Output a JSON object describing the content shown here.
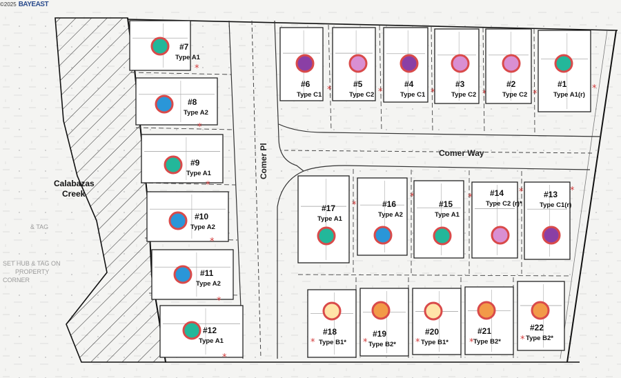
{
  "header": {
    "copyright": "©2025",
    "brand": "BAYEAST"
  },
  "streets": {
    "comer_way": "Comer Way",
    "comer_pl": "Comer Pl"
  },
  "creek": {
    "line1": "Calabazas",
    "line2": "Creek"
  },
  "margin_notes": {
    "tag": "& TAG",
    "set_hub_1": "SET HUB & TAG ON",
    "set_hub_2": "PROPERTY",
    "set_hub_3": "CORNER"
  },
  "colors": {
    "A1": "#23b79a",
    "A2": "#2a96d8",
    "C1": "#8a3fa5",
    "C2": "#d98fd2",
    "B1": "#ffe3a8",
    "B2": "#f29a48",
    "ring": "#d94a4a",
    "star": "#d23a3a"
  },
  "lots": [
    {
      "id": "lot-7",
      "number": "#7",
      "type": "Type A1",
      "color_key": "A1"
    },
    {
      "id": "lot-8",
      "number": "#8",
      "type": "Type A2",
      "color_key": "A2"
    },
    {
      "id": "lot-9",
      "number": "#9",
      "type": "Type A1",
      "color_key": "A1"
    },
    {
      "id": "lot-10",
      "number": "#10",
      "type": "Type A2",
      "color_key": "A2"
    },
    {
      "id": "lot-11",
      "number": "#11",
      "type": "Type A2",
      "color_key": "A2"
    },
    {
      "id": "lot-12",
      "number": "#12",
      "type": "Type A1",
      "color_key": "A1"
    },
    {
      "id": "lot-6",
      "number": "#6",
      "type": "Type C1",
      "color_key": "C1"
    },
    {
      "id": "lot-5",
      "number": "#5",
      "type": "Type C2",
      "color_key": "C2"
    },
    {
      "id": "lot-4",
      "number": "#4",
      "type": "Type C1",
      "color_key": "C1"
    },
    {
      "id": "lot-3",
      "number": "#3",
      "type": "Type C2",
      "color_key": "C2"
    },
    {
      "id": "lot-2",
      "number": "#2",
      "type": "Type C2",
      "color_key": "C2"
    },
    {
      "id": "lot-1",
      "number": "#1",
      "type": "Type A1(r)",
      "color_key": "A1"
    },
    {
      "id": "lot-17",
      "number": "#17",
      "type": "Type A1",
      "color_key": "A1"
    },
    {
      "id": "lot-16",
      "number": "#16",
      "type": "Type A2",
      "color_key": "A2"
    },
    {
      "id": "lot-15",
      "number": "#15",
      "type": "Type A1",
      "color_key": "A1"
    },
    {
      "id": "lot-14",
      "number": "#14",
      "type": "Type C2 (r)*",
      "color_key": "C2"
    },
    {
      "id": "lot-13",
      "number": "#13",
      "type": "Type C1(r)",
      "color_key": "C1"
    },
    {
      "id": "lot-18",
      "number": "#18",
      "type": "Type B1*",
      "color_key": "B1"
    },
    {
      "id": "lot-19",
      "number": "#19",
      "type": "Type B2*",
      "color_key": "B2"
    },
    {
      "id": "lot-20",
      "number": "#20",
      "type": "Type B1*",
      "color_key": "B1"
    },
    {
      "id": "lot-21",
      "number": "#21",
      "type": "Type B2*",
      "color_key": "B2"
    },
    {
      "id": "lot-22",
      "number": "#22",
      "type": "Type B2*",
      "color_key": "B2"
    }
  ]
}
